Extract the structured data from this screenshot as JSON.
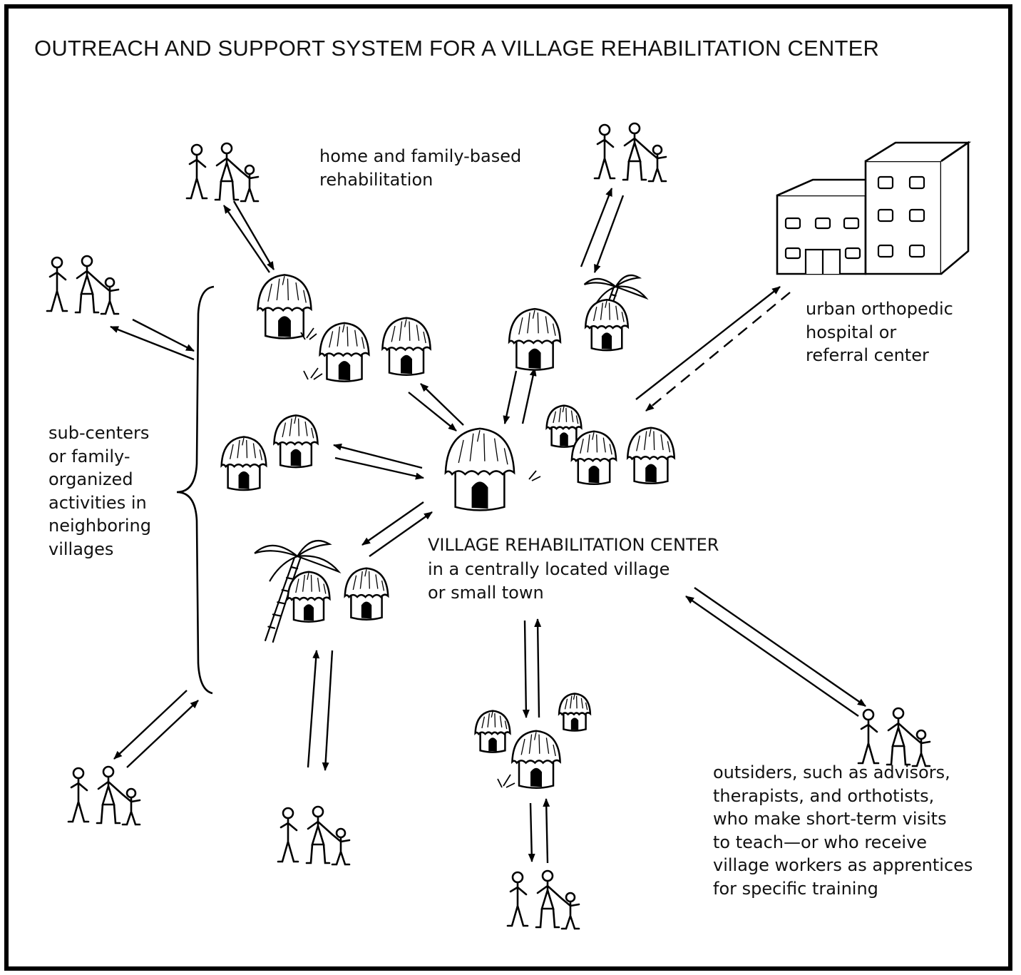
{
  "title": "OUTREACH AND SUPPORT SYSTEM FOR A VILLAGE REHABILITATION CENTER",
  "labels": {
    "home_family": "home and family-based\nrehabilitation",
    "hospital": "urban orthopedic\nhospital or\nreferral center",
    "subcenters": "sub-centers\nor family-\norganized\nactivities in\nneighboring\nvillages",
    "center_name": "VILLAGE REHABILITATION CENTER",
    "center_desc": "in a centrally located village\nor small town",
    "outsiders": "outsiders, such as advisors,\ntherapists, and orthotists,\nwho make short-term visits\nto teach—or who receive\nvillage workers as apprentices\nfor specific training"
  }
}
